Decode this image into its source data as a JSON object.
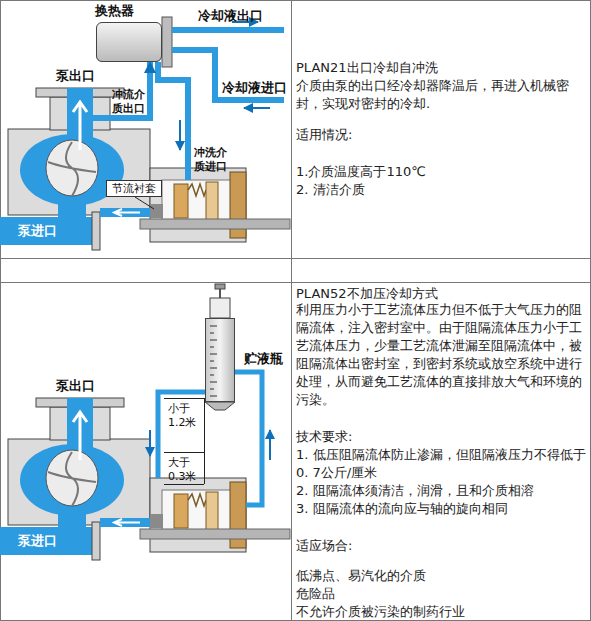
{
  "diagram": {
    "nodes": [
      {
        "text": [
          "换热器"
        ]
      },
      {
        "text": [
          "泵出口"
        ]
      },
      {
        "text": [
          "节流衬套"
        ]
      },
      {
        "text": [
          "贮液瓶"
        ]
      },
      {
        "text": [
          "泵出口"
        ]
      }
    ],
    "edges": [
      {
        "from": 1,
        "to": 0,
        "arrow": "to"
      }
    ],
    "labels": [
      "冷却液出口",
      "冷却液进口",
      "冲流介 质出口",
      "冲洗介 质进口",
      "泵进口",
      "PLAN21出口冷却自冲洗",
      "介质由泵的出口经冷却器降温后，再进入机械密封，实现对密封的冷却.",
      "适用情况:",
      "1.介质温度高于110℃",
      "2. 清洁介质",
      "小于 1.2米",
      "大于 0.3米",
      "泵进口",
      "PLAN52不加压冷却方式",
      "利用压力小于工艺流体压力但不低于大气压力的阻隔流体，注入密封室中。由于阻隔流体压力小于工艺流体压力，少量工艺流体泄漏至阻隔流体中，被阻隔流体出密封室，到密封系统或放空系统中进行处理，从而避免工艺流体的直接排放大气和环境的污染。",
      "技术要求:",
      "1. 低压阻隔流体防止渗漏，但阻隔液压力不得低于0. 7公斤/厘米",
      "2. 阻隔流体须清洁，润滑，且和介质相溶",
      "3. 阻隔流体的流向应与轴的旋向相同",
      "适应场合:",
      "低沸点、易汽化的介质",
      "危险品",
      "不允许介质被污染的制药行业"
    ]
  }
}
